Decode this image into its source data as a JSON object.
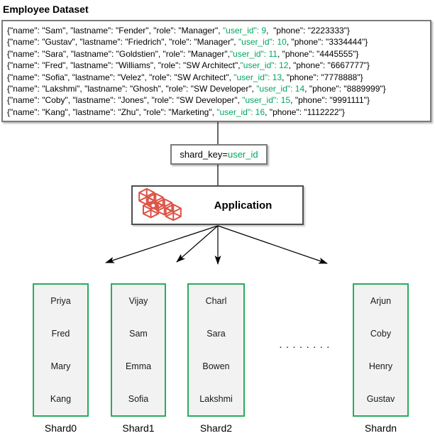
{
  "title": "Employee Dataset",
  "colors": {
    "user_id_green": "#00A65E",
    "shard_border_green": "#29AB5F",
    "application_icon_red": "#DE5246",
    "box_border_gray": "#7b7b7b"
  },
  "dataset": {
    "records": [
      {
        "pre": "{\"name\": \"Sam\", \"lastname\": \"Fender\", \"role\": \"Manager\", ",
        "green": "\"user_id\": 9",
        "post": ",  \"phone\": \"2223333\"}"
      },
      {
        "pre": "{\"name\": \"Gustav\", \"lastname\": \"Friedrich\", \"role\": \"Manager\", ",
        "green": "\"user_id\": 10",
        "post": ", \"phone\": \"3334444\"}"
      },
      {
        "pre": "{\"name\": \"Sara\", \"lastname\": \"Goldstien\", \"role\": \"Manager\",",
        "green": "\"user_id\": 11",
        "post": ", \"phone\": \"4445555\"}"
      },
      {
        "pre": "{\"name\": \"Fred\", \"lastname\": \"Williams\", \"role\": \"SW Architect\",",
        "green": "\"user_id\": 12",
        "post": ", \"phone\": \"6667777\"}"
      },
      {
        "pre": "{\"name\": \"Sofia\", \"lastname\": \"Velez\", \"role\": \"SW Architect\", ",
        "green": "\"user_id\": 13",
        "post": ", \"phone\": \"7778888\"}"
      },
      {
        "pre": "{\"name\": \"Lakshmi\", \"lastname\": \"Ghosh\", \"role\": \"SW Developer\", ",
        "green": "\"user_id\": 14",
        "post": ", \"phone\": \"8889999\"}"
      },
      {
        "pre": "{\"name\": \"Coby\", \"lastname\": \"Jones\", \"role\": \"SW Developer\", ",
        "green": "\"user_id\": 15",
        "post": ", \"phone\": \"9991111\"}"
      },
      {
        "pre": "{\"name\": \"Kang\", \"lastname\": \"Zhu\", \"role\": \"Marketing\", ",
        "green": "\"user_id\": 16",
        "post": ", \"phone\": \"1112222\"}"
      }
    ]
  },
  "shard_key": {
    "prefix": "shard_key=",
    "value": "user_id"
  },
  "application": {
    "label": "Application",
    "icon": "red-wireframe-cubes"
  },
  "ellipsis": ". . . . . . . .",
  "shards": [
    {
      "label": "Shard0",
      "names": [
        "Priya",
        "Fred",
        "Mary",
        "Kang"
      ]
    },
    {
      "label": "Shard1",
      "names": [
        "Vijay",
        "Sam",
        "Emma",
        "Sofia"
      ]
    },
    {
      "label": "Shard2",
      "names": [
        "Charl",
        "Sara",
        "Bowen",
        "Lakshmi"
      ]
    },
    {
      "label": "Shardn",
      "names": [
        "Arjun",
        "Coby",
        "Henry",
        "Gustav"
      ]
    }
  ]
}
